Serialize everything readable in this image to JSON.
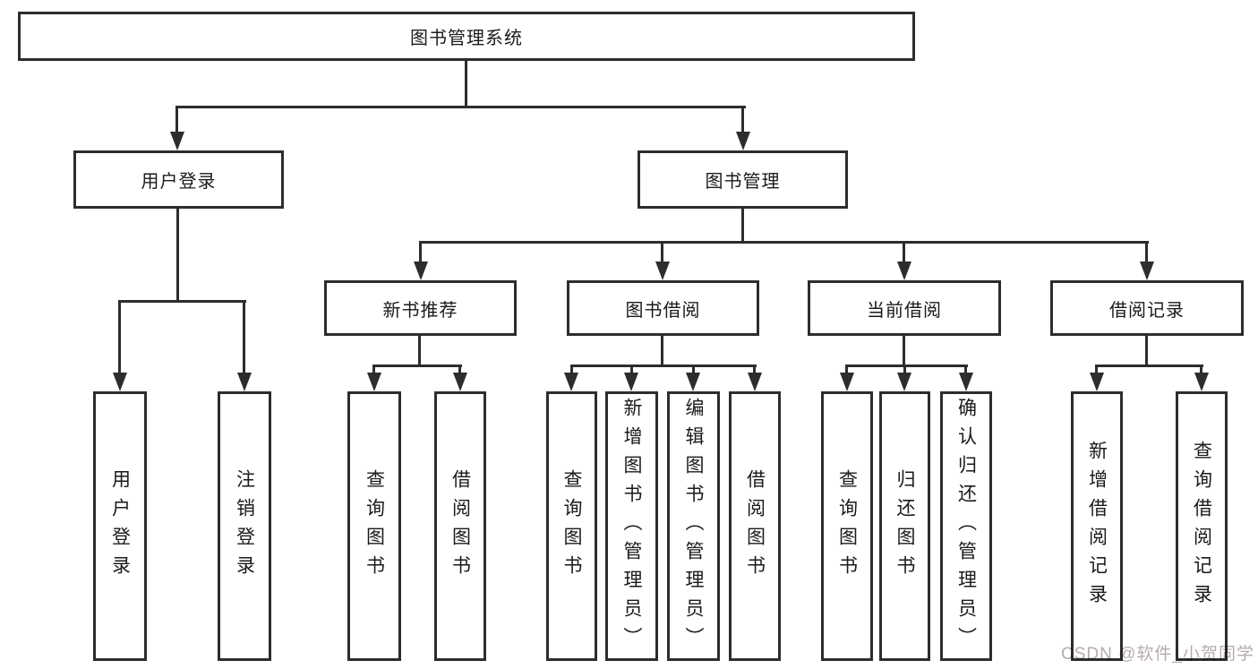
{
  "colors": {
    "line": "#2d2d2d",
    "text": "#1a1a1a",
    "watermark": "#b7abab",
    "background": "#ffffff"
  },
  "watermark": {
    "text": "CSDN @软件_小贺同学"
  },
  "tree": {
    "root": {
      "label": "图书管理系统"
    },
    "branches": [
      {
        "label": "用户登录",
        "leaves": [
          {
            "label": "用户登录"
          },
          {
            "label": "注销登录"
          }
        ]
      },
      {
        "label": "图书管理",
        "groups": [
          {
            "label": "新书推荐",
            "leaves": [
              {
                "label": "查询图书"
              },
              {
                "label": "借阅图书"
              }
            ]
          },
          {
            "label": "图书借阅",
            "leaves": [
              {
                "label": "查询图书"
              },
              {
                "label": "新增图书（管理员）"
              },
              {
                "label": "编辑图书（管理员）"
              },
              {
                "label": "借阅图书"
              }
            ]
          },
          {
            "label": "当前借阅",
            "leaves": [
              {
                "label": "查询图书"
              },
              {
                "label": "归还图书"
              },
              {
                "label": "确认归还（管理员）"
              }
            ]
          },
          {
            "label": "借阅记录",
            "leaves": [
              {
                "label": "新增借阅记录"
              },
              {
                "label": "查询借阅记录"
              }
            ]
          }
        ]
      }
    ]
  }
}
